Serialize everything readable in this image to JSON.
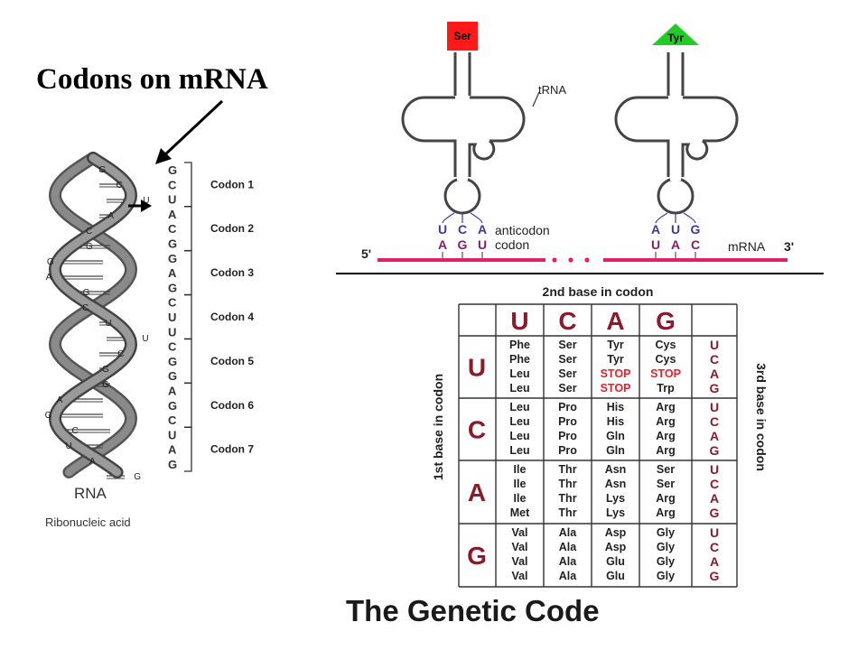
{
  "heading": "Codons on mRNA",
  "rna": {
    "strand_bases": [
      "G",
      "C",
      "U",
      "A",
      "C",
      "G",
      "G",
      "A",
      "G",
      "C",
      "U",
      "U",
      "C",
      "G",
      "G",
      "A",
      "G",
      "C",
      "U",
      "A",
      "G"
    ],
    "codons": [
      {
        "bases": [
          "G",
          "C",
          "U"
        ],
        "label": "Codon 1"
      },
      {
        "bases": [
          "A",
          "C",
          "G"
        ],
        "label": "Codon 2"
      },
      {
        "bases": [
          "G",
          "A",
          "G"
        ],
        "label": "Codon 3"
      },
      {
        "bases": [
          "C",
          "U",
          "U"
        ],
        "label": "Codon 4"
      },
      {
        "bases": [
          "C",
          "G",
          "G"
        ],
        "label": "Codon 5"
      },
      {
        "bases": [
          "A",
          "G",
          "C"
        ],
        "label": "Codon 6"
      },
      {
        "bases": [
          "U",
          "A",
          "G"
        ],
        "label": "Codon 7"
      }
    ],
    "label": "RNA",
    "sublabel": "Ribonucleic acid"
  },
  "trna": {
    "left": {
      "amino_acid": "Ser",
      "anticodon": [
        "U",
        "C",
        "A"
      ],
      "codon": [
        "A",
        "G",
        "U"
      ],
      "color": "#ff1a1a"
    },
    "right": {
      "amino_acid": "Tyr",
      "anticodon": [
        "A",
        "U",
        "G"
      ],
      "codon": [
        "U",
        "A",
        "C"
      ],
      "color": "#22cc22"
    },
    "trna_label": "tRNA",
    "anticodon_label": "anticodon",
    "codon_label": "codon",
    "five_prime": "5'",
    "three_prime": "3'",
    "mrna_label": "mRNA",
    "mrna_color": "#e0206a"
  },
  "table": {
    "second_base_label": "2nd base in codon",
    "first_base_label": "1st base in codon",
    "third_base_label": "3rd base in codon",
    "bases": [
      "U",
      "C",
      "A",
      "G"
    ],
    "third_bases": [
      "U",
      "C",
      "A",
      "G"
    ],
    "cells": [
      [
        [
          "Phe",
          "Phe",
          "Leu",
          "Leu"
        ],
        [
          "Ser",
          "Ser",
          "Ser",
          "Ser"
        ],
        [
          "Tyr",
          "Tyr",
          "STOP",
          "STOP"
        ],
        [
          "Cys",
          "Cys",
          "STOP",
          "Trp"
        ]
      ],
      [
        [
          "Leu",
          "Leu",
          "Leu",
          "Leu"
        ],
        [
          "Pro",
          "Pro",
          "Pro",
          "Pro"
        ],
        [
          "His",
          "His",
          "Gln",
          "Gln"
        ],
        [
          "Arg",
          "Arg",
          "Arg",
          "Arg"
        ]
      ],
      [
        [
          "Ile",
          "Ile",
          "Ile",
          "Met"
        ],
        [
          "Thr",
          "Thr",
          "Thr",
          "Thr"
        ],
        [
          "Asn",
          "Asn",
          "Lys",
          "Lys"
        ],
        [
          "Ser",
          "Ser",
          "Arg",
          "Arg"
        ]
      ],
      [
        [
          "Val",
          "Val",
          "Val",
          "Val"
        ],
        [
          "Ala",
          "Ala",
          "Ala",
          "Ala"
        ],
        [
          "Asp",
          "Asp",
          "Glu",
          "Glu"
        ],
        [
          "Gly",
          "Gly",
          "Gly",
          "Gly"
        ]
      ]
    ],
    "base_color": "#8b1a2b",
    "stop_color": "#e8202a"
  },
  "footer_title": "The Genetic Code"
}
